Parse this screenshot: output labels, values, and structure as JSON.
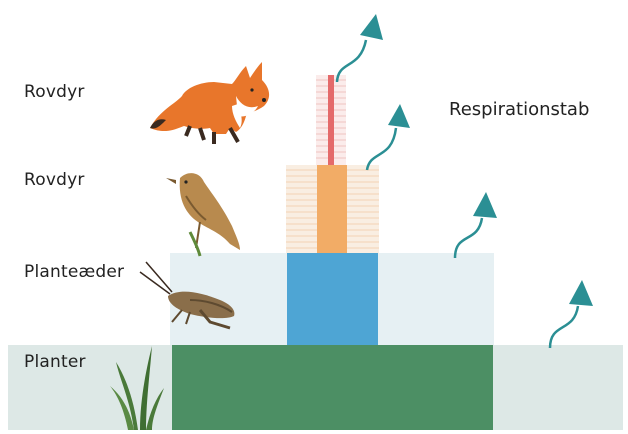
{
  "levels": [
    {
      "label": "Rovdyr",
      "organism": "fox"
    },
    {
      "label": "Rovdyr",
      "organism": "bird"
    },
    {
      "label": "Planteæder",
      "organism": "grasshopper"
    },
    {
      "label": "Planter",
      "organism": "grass"
    }
  ],
  "respiration_label": "Respirationstab",
  "colors": {
    "plants_band": "#dde8e6",
    "plants_production": "#4c8f64",
    "herbivore_band": "#e6f0f3",
    "herbivore_production": "#4ea5d4",
    "predator1_band": "#f7e9d7",
    "predator1_production": "#f2ac66",
    "predator2_band": "#f6dfdc",
    "predator2_production": "#e46a6a",
    "arrow": "#2b8f94"
  }
}
